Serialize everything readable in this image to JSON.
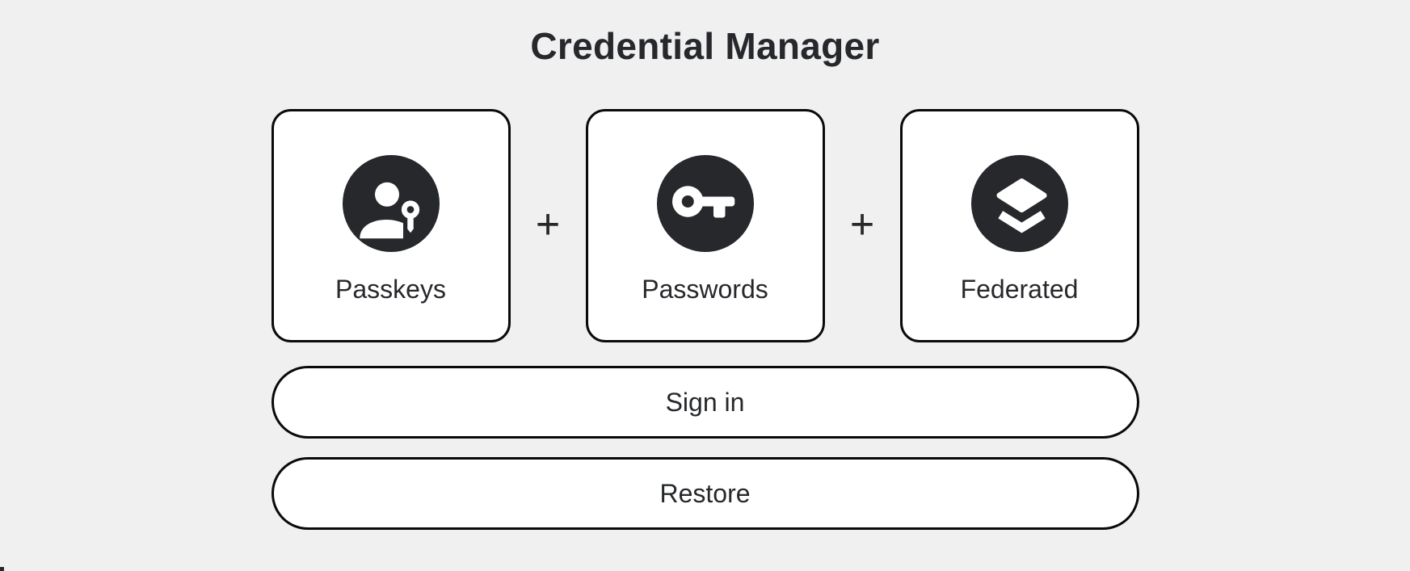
{
  "page": {
    "title": "Credential Manager"
  },
  "theme": {
    "background": "#f0f0f1",
    "surface": "#ffffff",
    "border": "#0a0a0a",
    "dark": "#26282c",
    "text": "#26282b",
    "icon_glyph": "#ffffff"
  },
  "cards": [
    {
      "label": "Passkeys",
      "icon": "passkey-person-key-icon"
    },
    {
      "label": "Passwords",
      "icon": "key-icon"
    },
    {
      "label": "Federated",
      "icon": "layers-icon"
    }
  ],
  "separator": {
    "plus": "+"
  },
  "buttons": {
    "sign_in": "Sign in",
    "restore": "Restore"
  }
}
